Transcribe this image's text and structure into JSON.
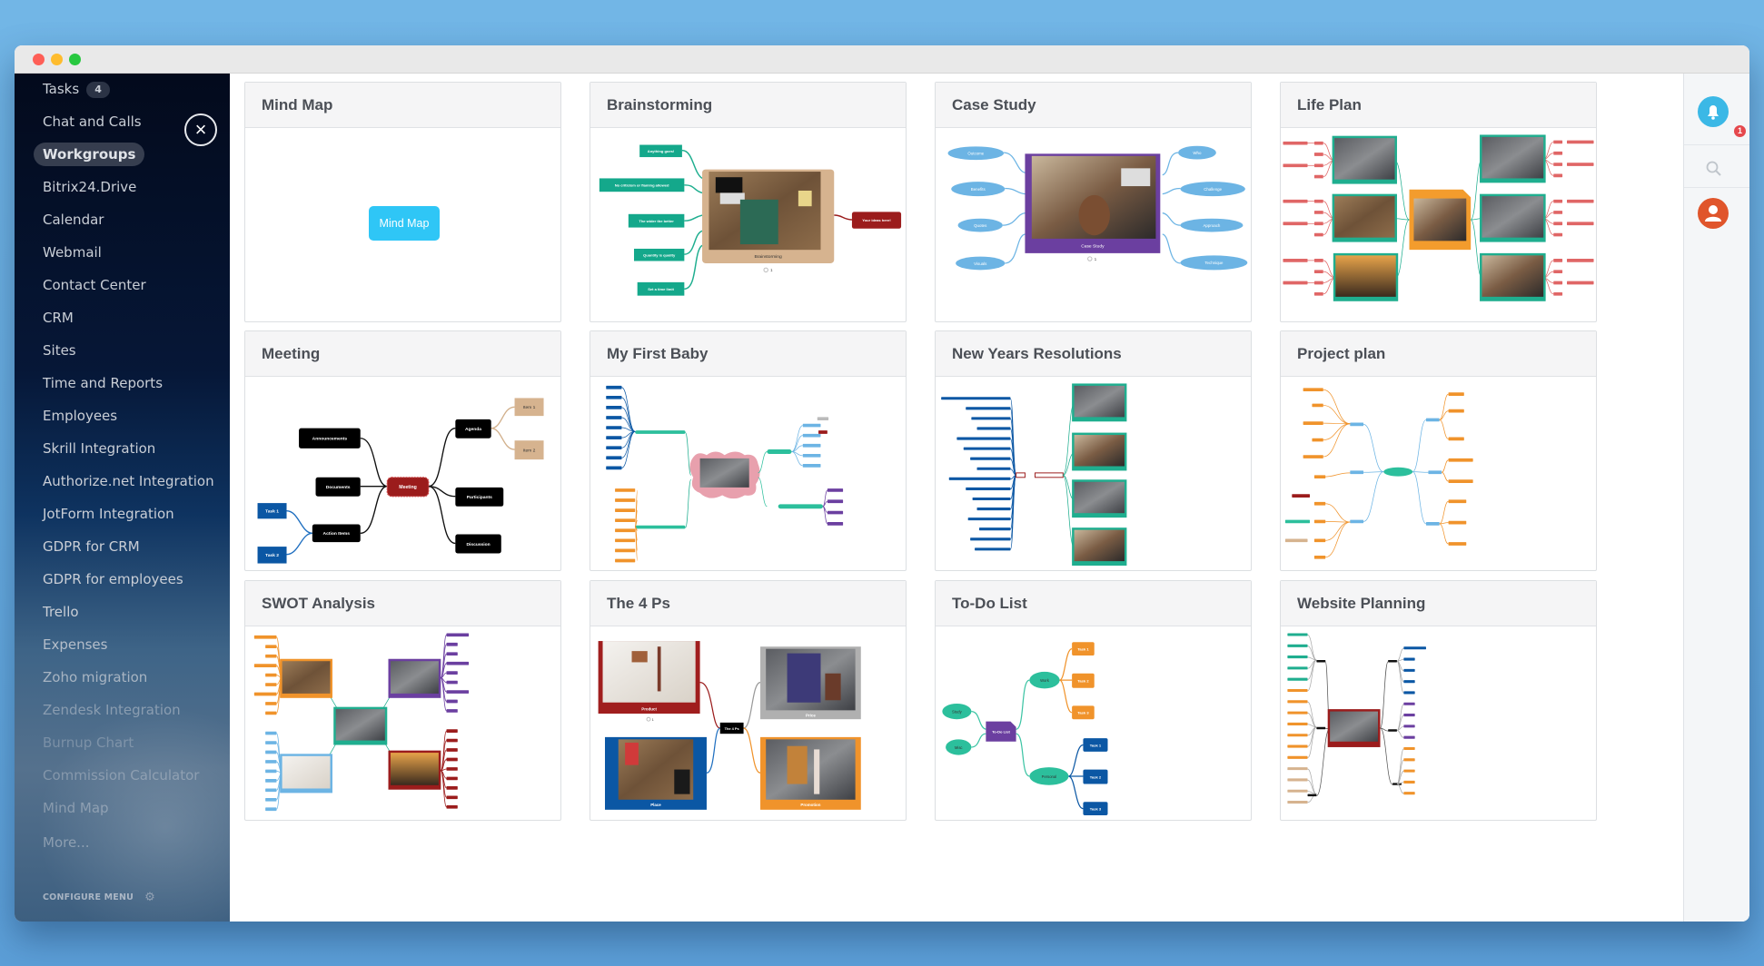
{
  "sidebar": {
    "items": [
      {
        "label": "Tasks",
        "badge": "4"
      },
      {
        "label": "Chat and Calls"
      },
      {
        "label": "Workgroups"
      },
      {
        "label": "Bitrix24.Drive"
      },
      {
        "label": "Calendar"
      },
      {
        "label": "Webmail"
      },
      {
        "label": "Contact Center"
      },
      {
        "label": "CRM"
      },
      {
        "label": "Sites"
      },
      {
        "label": "Time and Reports"
      },
      {
        "label": "Employees"
      },
      {
        "label": "Skrill Integration"
      },
      {
        "label": "Authorize.net Integration"
      },
      {
        "label": "JotForm Integration"
      },
      {
        "label": "GDPR for CRM"
      },
      {
        "label": "GDPR for employees"
      },
      {
        "label": "Trello"
      },
      {
        "label": "Expenses"
      },
      {
        "label": "Zoho migration"
      },
      {
        "label": "Zendesk Integration"
      },
      {
        "label": "Burnup Chart"
      },
      {
        "label": "Commission Calculator"
      },
      {
        "label": "Mind Map"
      },
      {
        "label": "More..."
      }
    ],
    "active": "Workgroups",
    "configure_label": "CONFIGURE MENU",
    "close_icon": "×",
    "gear_icon": "⚙"
  },
  "cards": [
    {
      "title": "Mind Map",
      "button": "Mind Map"
    },
    {
      "title": "Brainstorming",
      "center": "Brainstorming",
      "link_count": "1",
      "left": [
        "Anything goes!",
        "No criticism or flaming allowed",
        "The wider the better",
        "Quantity is quality",
        "Set a time limit"
      ],
      "right": [
        "Your ideas here!"
      ]
    },
    {
      "title": "Case Study",
      "center": "Case Study",
      "link_count": "1",
      "left": [
        "Outcome",
        "Benefits",
        "Quotes",
        "Visuals"
      ],
      "right": [
        "Who",
        "Challenge",
        "Approach",
        "Technique"
      ]
    },
    {
      "title": "Life Plan"
    },
    {
      "title": "Meeting",
      "center": "Meeting",
      "left": [
        "Announcements",
        "Documents",
        "Action Items"
      ],
      "tasks": [
        "Task 1",
        "Task 2"
      ],
      "right": [
        "Agenda",
        "Participants",
        "Discussion"
      ],
      "items": [
        "Item 1",
        "Item 2"
      ]
    },
    {
      "title": "My First Baby"
    },
    {
      "title": "New Years Resolutions"
    },
    {
      "title": "Project plan"
    },
    {
      "title": "SWOT Analysis"
    },
    {
      "title": "The 4 Ps",
      "center": "The 4 Ps",
      "link_count": "1",
      "quadrants": [
        "Product",
        "Price",
        "Place",
        "Promotion"
      ]
    },
    {
      "title": "To-Do List",
      "center": "To-Do List",
      "left": [
        "Study",
        "Misc"
      ],
      "branches": [
        "Work",
        "Personal"
      ],
      "work_tasks": [
        "Task 1",
        "Task 2",
        "Task 3"
      ],
      "personal_tasks": [
        "Task 1",
        "Task 2",
        "Task 3"
      ]
    },
    {
      "title": "Website Planning"
    }
  ],
  "rail": {
    "notifications_count": "1"
  },
  "colors": {
    "accent": "#2fc6f6",
    "teal": "#1fae8f",
    "orange": "#f0932b",
    "blue": "#0b57a4",
    "red": "#9b1c1c",
    "purple": "#6b3fa0",
    "avatar": "#e0552b",
    "phone": "#7bc11c"
  }
}
